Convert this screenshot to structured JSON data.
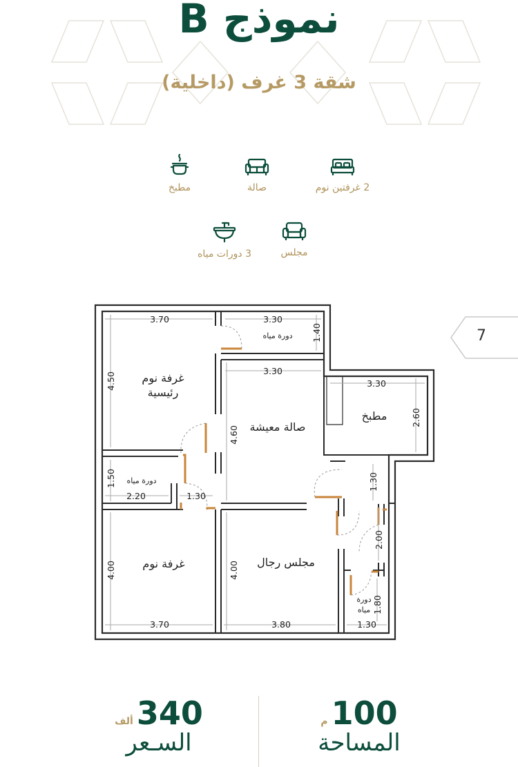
{
  "header": {
    "title": "نموذج B",
    "subtitle": "شقة 3 غرف (داخلية)"
  },
  "features": [
    {
      "icon": "bed-icon",
      "label": "2 غرفتين نوم"
    },
    {
      "icon": "sofa-icon",
      "label": "صالة"
    },
    {
      "icon": "kitchen-pot-icon",
      "label": "مطبخ"
    },
    {
      "icon": "armchair-icon",
      "label": "مجلس"
    },
    {
      "icon": "sink-icon",
      "label": "3 دورات مياه"
    }
  ],
  "floorplan": {
    "rooms": {
      "master_bedroom_line1": "غرفة نوم",
      "master_bedroom_line2": "رئيسية",
      "bathroom_top": "دورة مياه",
      "living_hall": "صالة معيشة",
      "kitchen": "مطبخ",
      "bathroom_mid": "دورة مياه",
      "bedroom": "غرفة نوم",
      "men_majlis": "مجلس رجال",
      "bathroom_small_line1": "دورة",
      "bathroom_small_line2": "مياه"
    },
    "dimensions": {
      "master_width": "3.70",
      "bath_top_width": "3.30",
      "bath_top_height": "1.40",
      "master_height": "4.50",
      "living_width": "3.30",
      "kitchen_width": "3.30",
      "kitchen_height": "2.60",
      "living_height": "4.60",
      "bath_mid_height": "1.50",
      "bath_mid_width": "2.20",
      "corridor_width": "1.30",
      "corridor_right": "1.30",
      "passage_height": "2.00",
      "bedroom_height": "4.00",
      "majlis_height": "4.00",
      "bath_small_height": "1.80",
      "bedroom_width": "3.70",
      "majlis_width": "3.80",
      "bath_small_width": "1.30"
    }
  },
  "page_number": "7",
  "stats": {
    "price_value": "340",
    "price_unit": "ألف",
    "price_label": "السـعر",
    "area_value": "100",
    "area_unit": "م",
    "area_label": "المساحة"
  },
  "colors": {
    "brand_green": "#0c4d3b",
    "gold": "#b69a64",
    "door": "#c9853a"
  }
}
